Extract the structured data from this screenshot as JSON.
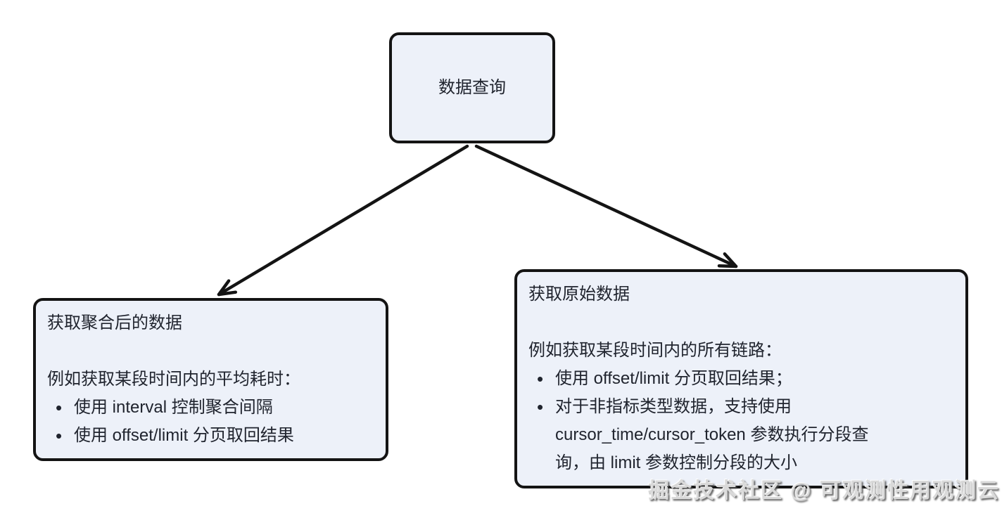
{
  "colors": {
    "node_fill": "#edf1f9",
    "node_border": "#141414",
    "text": "#20242e",
    "arrow": "#141414",
    "watermark": "#d9d9d9"
  },
  "nodes": {
    "root": {
      "label": "数据查询"
    },
    "aggregated": {
      "title": "获取聚合后的数据",
      "intro": "例如获取某段时间内的平均耗时：",
      "bullets": [
        "使用 interval 控制聚合间隔",
        "使用 offset/limit 分页取回结果"
      ]
    },
    "raw": {
      "title": "获取原始数据",
      "intro": "例如获取某段时间内的所有链路：",
      "bullets": [
        "使用 offset/limit 分页取回结果；",
        "对于非指标类型数据，支持使用 cursor_time/​cursor_token 参数执行分段查询，由 limit 参数控制分段的大小"
      ]
    }
  },
  "watermark": {
    "text": "掘金技术社区 @ 可观测性用观测云"
  }
}
